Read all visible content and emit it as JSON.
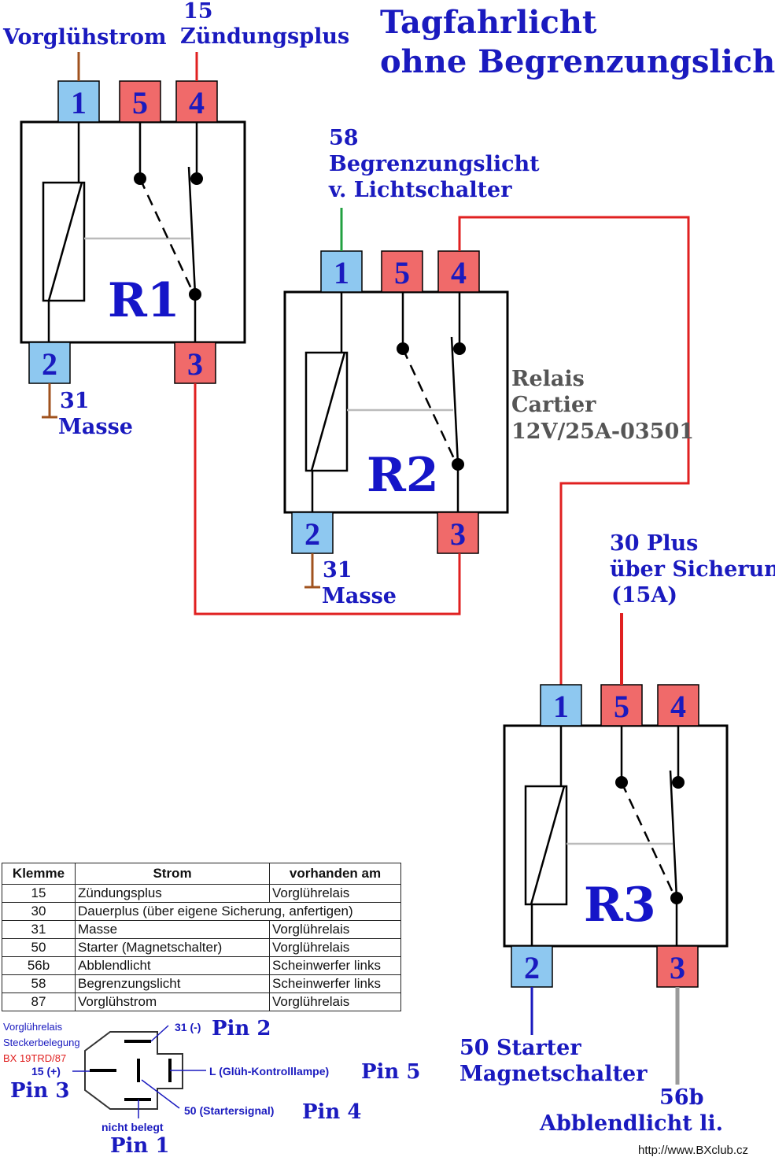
{
  "title": [
    "Tagfahrlicht",
    "ohne Begrenzungslicht"
  ],
  "relays": [
    {
      "name": "R1",
      "pins": {
        "top": [
          "1",
          "5",
          "4"
        ],
        "bottom": [
          "2",
          "3"
        ]
      }
    },
    {
      "name": "R2",
      "pins": {
        "top": [
          "1",
          "5",
          "4"
        ],
        "bottom": [
          "2",
          "3"
        ]
      }
    },
    {
      "name": "R3",
      "pins": {
        "top": [
          "1",
          "5",
          "4"
        ],
        "bottom": [
          "2",
          "3"
        ]
      }
    }
  ],
  "labels": {
    "r1_pin1": "Vorglühstrom",
    "r1_pin4": [
      "15",
      "Zündungsplus"
    ],
    "r1_pin2": [
      "31",
      "Masse"
    ],
    "r2_pin1": [
      "58",
      "Begrenzungslicht",
      "v. Lichtschalter"
    ],
    "r2_pin2": [
      "31",
      "Masse"
    ],
    "relay_type": [
      "Relais",
      "Cartier",
      "12V/25A-03501"
    ],
    "r3_pin5": [
      "30 Plus",
      "über Sicherung",
      "(15A)"
    ],
    "r3_pin2": [
      "50 Starter",
      "Magnetschalter"
    ],
    "r3_pin3": [
      "56b",
      "Abblendlicht li."
    ]
  },
  "table": {
    "headers": [
      "Klemme",
      "Strom",
      "vorhanden am"
    ],
    "rows": [
      [
        "15",
        "Zündungsplus",
        "Vorglührelais"
      ],
      [
        "30",
        "Dauerplus (über eigene Sicherung, anfertigen)",
        ""
      ],
      [
        "31",
        "Masse",
        "Vorglührelais"
      ],
      [
        "50",
        "Starter (Magnetschalter)",
        "Vorglührelais"
      ],
      [
        "56b",
        "Abblendlicht",
        "Scheinwerfer links"
      ],
      [
        "58",
        "Begrenzungslicht",
        "Scheinwerfer links"
      ],
      [
        "87",
        "Vorglühstrom",
        "Vorglührelais"
      ]
    ]
  },
  "connector": {
    "caption": [
      "Vorglührelais",
      "Steckerbelegung",
      "BX 19TRD/87"
    ],
    "pins": {
      "pin2": {
        "signal": "31 (-)",
        "name": "Pin 2"
      },
      "pin3": {
        "signal": "15 (+)",
        "name": "Pin 3"
      },
      "pin5": {
        "signal": "L (Glüh-Kontrolllampe)",
        "name": "Pin 5"
      },
      "pin4": {
        "signal": "50 (Startersignal)",
        "name": "Pin 4"
      },
      "pin1": {
        "signal": "nicht belegt",
        "name": "Pin 1"
      }
    }
  },
  "url": "http://www.BXclub.cz",
  "colors": {
    "pin_blue": "#8ec8f0",
    "pin_red": "#f06a6a",
    "wire_red": "#e02020",
    "wire_green": "#22a040",
    "wire_brown": "#a0521e",
    "wire_gray": "#9a9a9a",
    "text_blue": "#1515c8"
  }
}
